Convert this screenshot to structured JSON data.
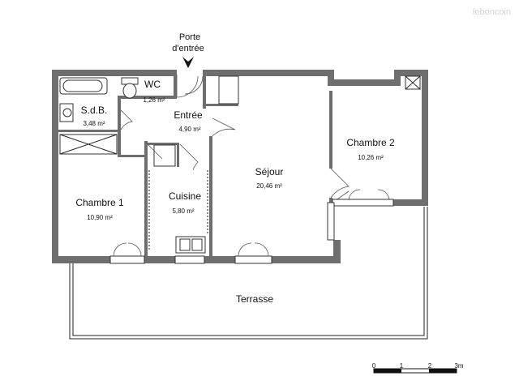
{
  "watermark": "leboncoin",
  "entrance": {
    "line1": "Porte",
    "line2": "d'entrée"
  },
  "rooms": {
    "wc": {
      "name": "WC",
      "area": "1,26 m²"
    },
    "sdb": {
      "name": "S.d.B.",
      "area": "3,48 m²"
    },
    "entree": {
      "name": "Entrée",
      "area": "4,90 m²"
    },
    "sejour": {
      "name": "Séjour",
      "area": "20,46 m²"
    },
    "chambre2": {
      "name": "Chambre 2",
      "area": "10,26 m²"
    },
    "chambre1": {
      "name": "Chambre 1",
      "area": "10,90 m²"
    },
    "cuisine": {
      "name": "Cuisine",
      "area": "5,80 m²"
    },
    "terrasse": {
      "name": "Terrasse"
    }
  },
  "scale": {
    "ticks": [
      "0",
      "1",
      "2",
      "3m"
    ]
  },
  "colors": {
    "wall": "#6e6e6e",
    "line": "#222222",
    "text": "#111111"
  }
}
